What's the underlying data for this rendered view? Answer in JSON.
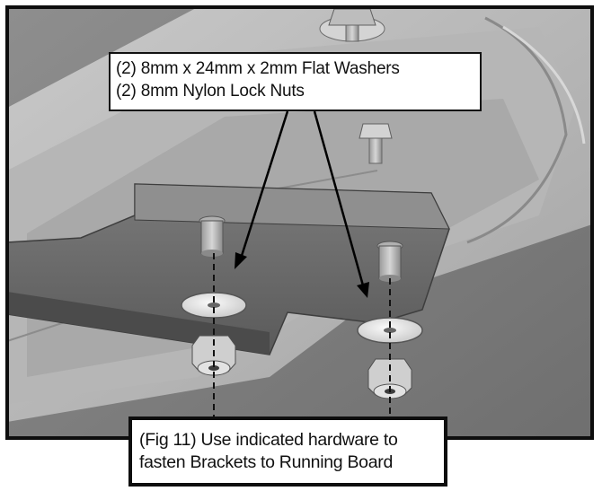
{
  "callout": {
    "line1": "(2) 8mm x 24mm x 2mm Flat Washers",
    "line2": "(2) 8mm Nylon Lock Nuts"
  },
  "caption": {
    "line1": "(Fig 11) Use indicated hardware to",
    "line2": "fasten Brackets to Running Board"
  }
}
